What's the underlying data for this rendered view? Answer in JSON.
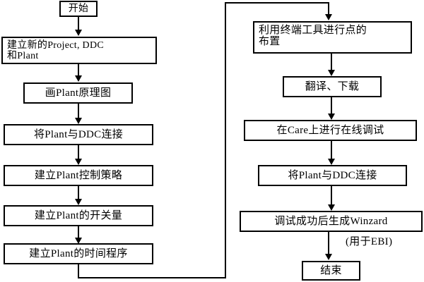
{
  "diagram": {
    "title_text": "",
    "colors": {
      "background": "#ffffff",
      "stroke": "#000000",
      "text": "#000000"
    },
    "nodes": {
      "start": "开始",
      "create_project": "建立新的Project, DDC\n和Plant",
      "create_project_line1": "建立新的Project, DDC",
      "create_project_line2": "和Plant",
      "draw_plant_diagram": "画Plant原理图",
      "connect_plant_ddc_left": "将Plant与DDC连接",
      "plant_control_strategy": "建立Plant控制策略",
      "plant_switch_value": "建立Plant的开关量",
      "plant_time_program": "建立Plant的时间程序",
      "terminal_point_layout_line1": "利用终端工具进行点的",
      "terminal_point_layout_line2": "布置",
      "translate_download": "翻译、下载",
      "online_debug_care": "在Care上进行在线调试",
      "connect_plant_ddc_right": "将Plant与DDC连接",
      "generate_winzard": "调试成功后生成Winzard",
      "used_for_ebi": "(用于EBI)",
      "end": "结束"
    }
  }
}
